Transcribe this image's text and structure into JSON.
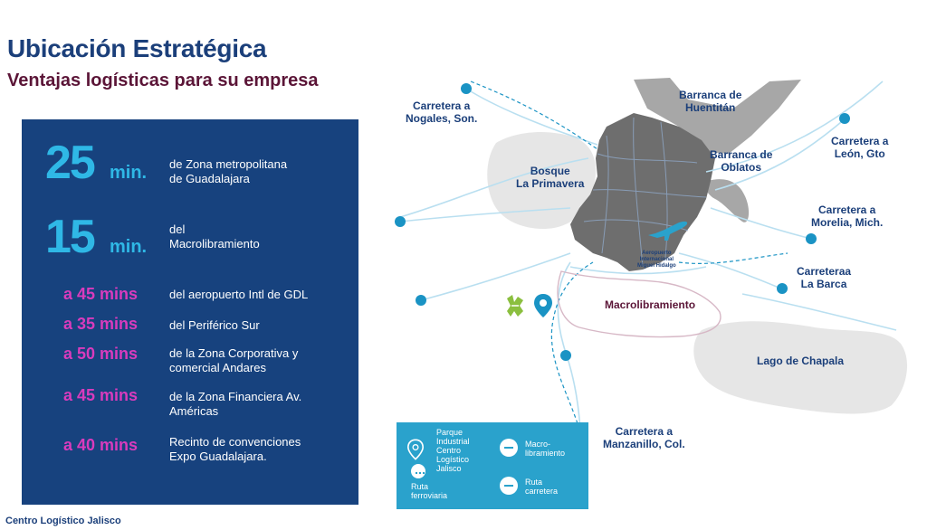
{
  "header": {
    "title": "Ubicación Estratégica",
    "subtitle": "Ventajas logísticas para su empresa"
  },
  "panel": {
    "highlights": [
      {
        "number": "25",
        "unit": "min.",
        "desc_line1": "de Zona metropolitana",
        "desc_line2": "de Guadalajara"
      },
      {
        "number": "15",
        "unit": "min.",
        "desc_line1": "del",
        "desc_line2": "Macrolibramiento"
      }
    ],
    "items": [
      {
        "time": "a 45 mins",
        "desc_line1": "del aeropuerto Intl de GDL",
        "desc_line2": ""
      },
      {
        "time": "a 35 mins",
        "desc_line1": "del Periférico Sur",
        "desc_line2": ""
      },
      {
        "time": "a 50 mins",
        "desc_line1": "de la Zona Corporativa y",
        "desc_line2": "comercial Andares"
      },
      {
        "time": "a 45 mins",
        "desc_line1": "de la Zona Financiera Av.",
        "desc_line2": "Américas"
      },
      {
        "time": "a 40 mins",
        "desc_line1": "Recinto de convenciones",
        "desc_line2": "Expo Guadalajara."
      }
    ]
  },
  "footer": {
    "brand": "Centro Logístico Jalisco"
  },
  "map": {
    "labels": {
      "nogales_1": "Carretera a",
      "nogales_2": "Nogales, Son.",
      "huentitan_1": "Barranca de",
      "huentitan_2": "Huentitán",
      "bosque_1": "Bosque",
      "bosque_2": "La Primavera",
      "oblatos_1": "Barranca de",
      "oblatos_2": "Oblatos",
      "leon_1": "Carretera a",
      "leon_2": "León, Gto",
      "morelia_1": "Carretera a",
      "morelia_2": "Morelia, Mich.",
      "barca_1": "Carreteraa",
      "barca_2": "La Barca",
      "airport_1": "Aeropuerto",
      "airport_2": "Internacional",
      "airport_3": "Miguel Hidalgo",
      "macro": "Macrolibramiento",
      "chapala": "Lago de Chapala",
      "manzanillo_1": "Carretera a",
      "manzanillo_2": "Manzanillo, Col."
    },
    "icons": [
      "airplane-icon",
      "location-pin-icon",
      "industrial-park-icon"
    ]
  },
  "legend": {
    "park_1": "Parque",
    "park_2": "Industrial",
    "park_3": "Centro",
    "park_4": "Logístico",
    "park_5": "Jalisco",
    "macro_1": "Macro-",
    "macro_2": "libramiento",
    "rail_1": "Ruta",
    "rail_2": "ferroviaria",
    "road_1": "Ruta",
    "road_2": "carretera"
  },
  "colors": {
    "title": "#1b3f7a",
    "subtitle": "#5b1537",
    "panel": "#17427e",
    "highlight": "#2fb8e6",
    "time": "#d93bbd",
    "legend": "#2aa2cc",
    "city": "#6e6e6e",
    "road": "#b9dff0",
    "marker": "#1a93c4"
  }
}
